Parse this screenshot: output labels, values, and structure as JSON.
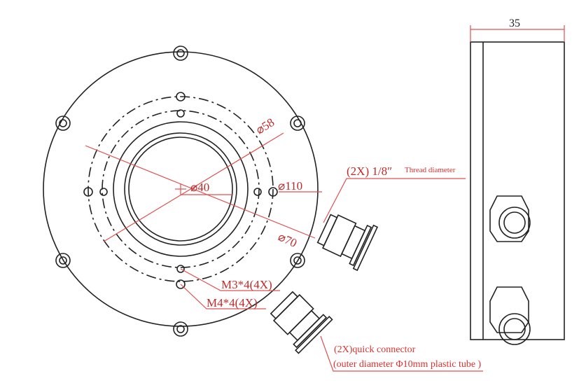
{
  "colors": {
    "line": "#222222",
    "annotation": "#e03030"
  },
  "front_view": {
    "dim_inner": "⌀40",
    "dim_bolt_circle": "⌀58",
    "dim_pcd": "⌀70",
    "dim_outer": "⌀110",
    "thread_label": "(2X) 1/8″",
    "thread_note": "Thread diameter",
    "hole_m3": "M3*4(4X)",
    "hole_m4": "M4*4(4X)",
    "connector_line1": "(2X)quick connector",
    "connector_line2": "(outer diameter Φ10mm plastic tube )"
  },
  "side_view": {
    "width_dim": "35"
  }
}
